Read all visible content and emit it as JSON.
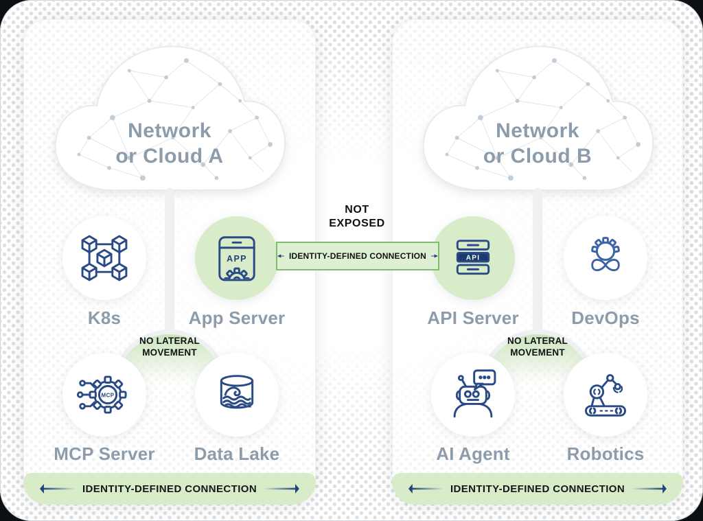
{
  "diagram": {
    "center": {
      "not_exposed_line1": "NOT",
      "not_exposed_line2": "EXPOSED",
      "connection_label": "IDENTITY-DEFINED CONNECTION"
    },
    "panels": [
      {
        "name": "Network or Cloud A",
        "cloud_line1": "Network",
        "cloud_line2": "or Cloud A",
        "no_lateral_line1": "NO LATERAL",
        "no_lateral_line2": "MOVEMENT",
        "bottom_label": "IDENTITY-DEFINED CONNECTION",
        "nodes": [
          {
            "label": "K8s",
            "icon": "k8s-cubes-icon",
            "highlighted": false
          },
          {
            "label": "App Server",
            "icon": "app-window-gear-icon",
            "highlighted": true
          },
          {
            "label": "MCP Server",
            "icon": "mcp-gear-icon",
            "highlighted": false
          },
          {
            "label": "Data Lake",
            "icon": "data-lake-cylinder-icon",
            "highlighted": false
          }
        ]
      },
      {
        "name": "Network or Cloud B",
        "cloud_line1": "Network",
        "cloud_line2": "or Cloud B",
        "no_lateral_line1": "NO LATERAL",
        "no_lateral_line2": "MOVEMENT",
        "bottom_label": "IDENTITY-DEFINED CONNECTION",
        "nodes": [
          {
            "label": "API Server",
            "icon": "api-stack-icon",
            "highlighted": true
          },
          {
            "label": "DevOps",
            "icon": "devops-infinity-gear-icon",
            "highlighted": false
          },
          {
            "label": "AI Agent",
            "icon": "ai-robot-icon",
            "highlighted": false
          },
          {
            "label": "Robotics",
            "icon": "robot-arm-icon",
            "highlighted": false
          }
        ]
      }
    ],
    "icon_text": {
      "app": "APP",
      "api": "API",
      "mcp": "MCP"
    },
    "colors": {
      "highlight_green": "#d9ecca",
      "band_green": "#def0d3",
      "band_border_green": "#7fbc72",
      "navy": "#24427a",
      "devops_blue": "#3c63a6",
      "label_gray": "#8d9cab",
      "text_black": "#141414"
    }
  }
}
